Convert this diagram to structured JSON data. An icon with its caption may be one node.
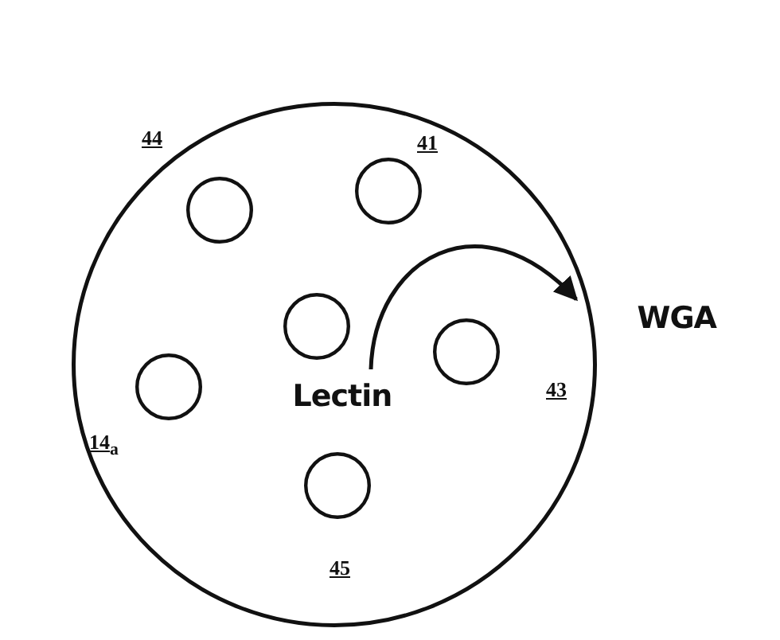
{
  "diagram": {
    "nodes": [
      {
        "text": [],
        "shape": "circle"
      },
      {
        "text": [],
        "shape": "circle",
        "in": 0,
        "beside": [
          "44"
        ]
      },
      {
        "text": [],
        "shape": "circle",
        "in": 0,
        "beside": [
          "41"
        ]
      },
      {
        "text": [],
        "shape": "circle",
        "in": 0
      },
      {
        "text": [],
        "shape": "circle",
        "in": 0,
        "beside": [
          "43"
        ]
      },
      {
        "text": [],
        "shape": "circle",
        "in": 0,
        "beside": [
          "14$_{a}$"
        ]
      },
      {
        "text": [],
        "shape": "circle",
        "in": 0,
        "beside": [
          "45"
        ]
      },
      {
        "text": [
          "Lectin"
        ],
        "in": 0
      },
      {
        "text": [
          "WGA"
        ]
      }
    ],
    "edges": [
      {
        "from": 7,
        "to": 8,
        "arrow": "to"
      }
    ]
  }
}
